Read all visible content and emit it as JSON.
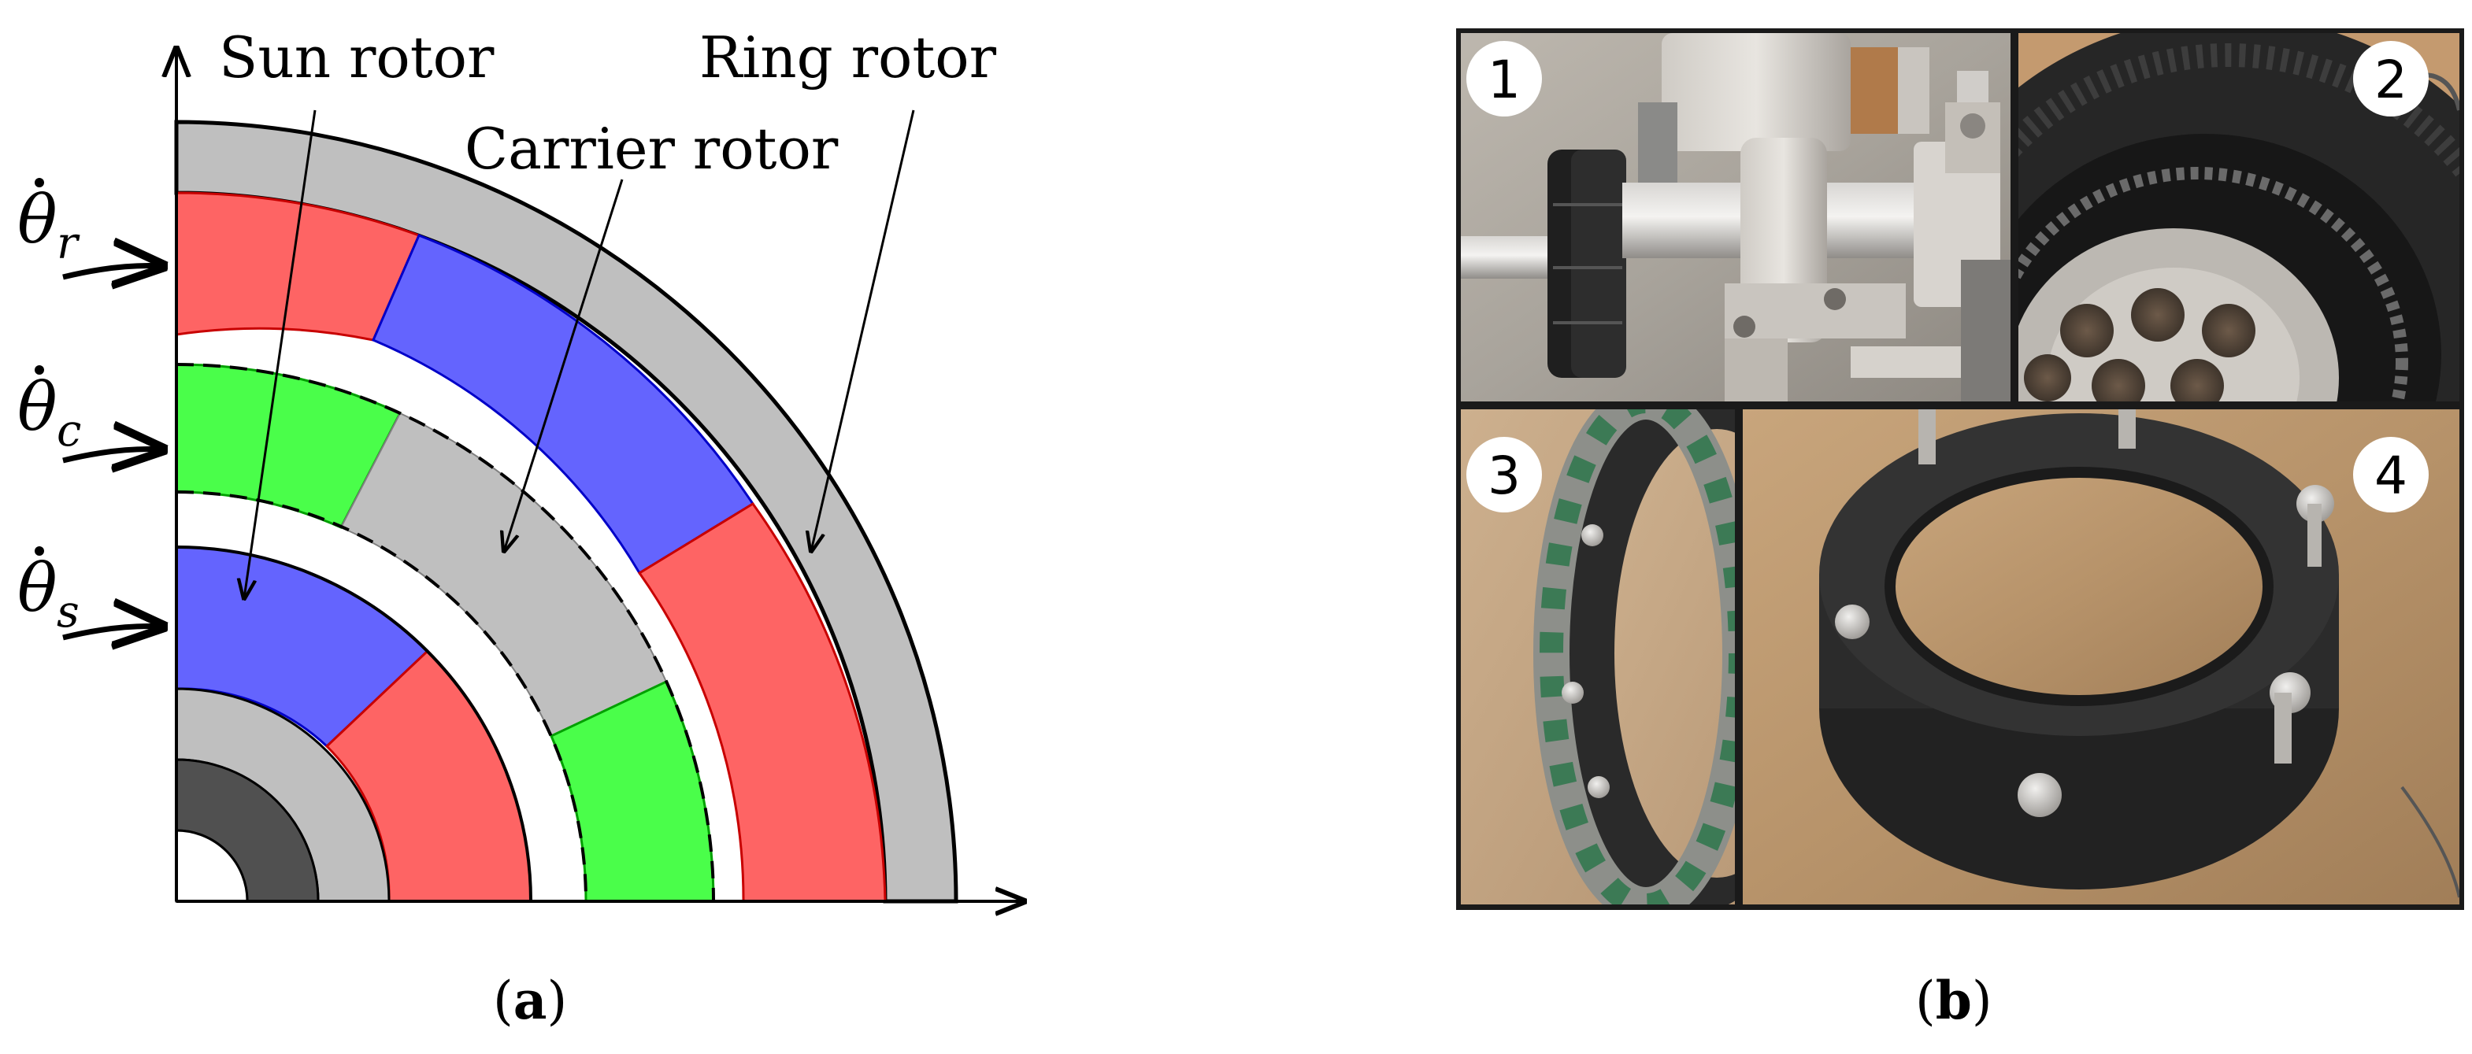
{
  "panel_a": {
    "caption": {
      "open": "(",
      "letter": "a",
      "close": ")"
    },
    "labels": {
      "sun_rotor": "Sun rotor",
      "carrier_rotor": "Carrier rotor",
      "ring_rotor": "Ring rotor"
    },
    "inputs": [
      {
        "symbol": "θ",
        "subscript": "r"
      },
      {
        "symbol": "θ",
        "subscript": "c"
      },
      {
        "symbol": "θ",
        "subscript": "s"
      }
    ],
    "colors": {
      "magnet_red": "#fe6464",
      "magnet_blue": "#6464fe",
      "pole_green": "#4afe4a",
      "iron_gray": "#bfbfbf",
      "shaft_dark": "#505050"
    }
  },
  "panel_b": {
    "caption": {
      "open": "(",
      "letter": "b",
      "close": ")"
    },
    "photos": [
      {
        "number": "1"
      },
      {
        "number": "2"
      },
      {
        "number": "3"
      },
      {
        "number": "4"
      }
    ]
  }
}
